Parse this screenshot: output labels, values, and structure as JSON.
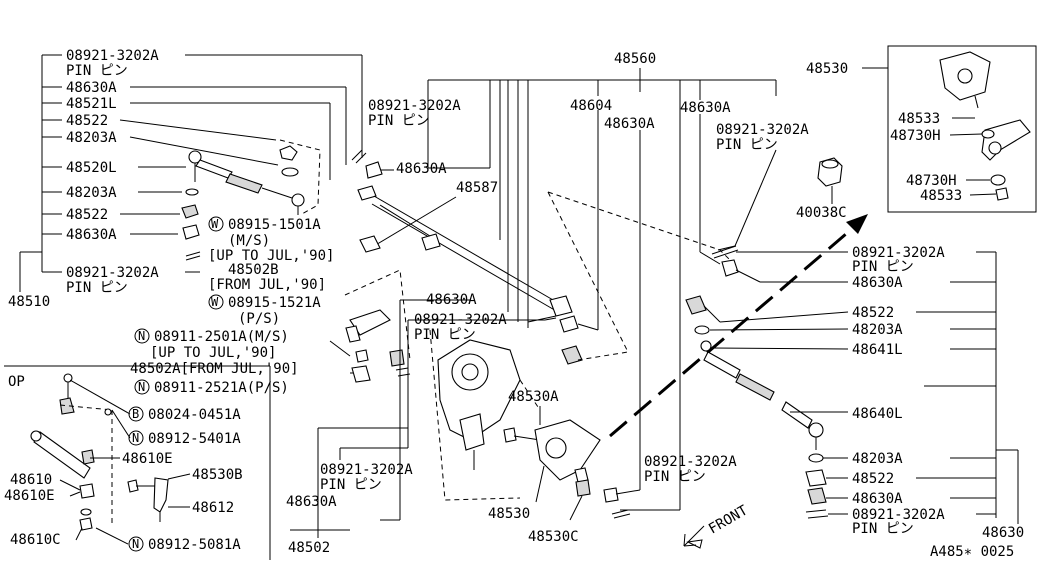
{
  "title": "48560",
  "diagram_code": "A485∗ 0025",
  "front_label": "FRONT",
  "op_label": "OP",
  "labels": {
    "l_08921_tl": "08921-3202A",
    "l_pin_tl": "PIN ピン",
    "l_48630a_1": "48630A",
    "l_48521l": "48521L",
    "l_48522_1": "48522",
    "l_48203a_1": "48203A",
    "l_48520l": "48520L",
    "l_48203a_2": "48203A",
    "l_48522_2": "48522",
    "l_48630a_2": "48630A",
    "l_08921_bl": "08921-3202A",
    "l_pin_bl": "PIN ピン",
    "l_48510": "48510",
    "l_08921_c1": "08921-3202A",
    "l_pin_c1": "PIN ピン",
    "l_48630a_c1": "48630A",
    "l_48587": "48587",
    "l_48604": "48604",
    "l_48630a_c2": "48630A",
    "l_48630a_c3": "48630A",
    "l_08921_c2": "08921-3202A",
    "l_pin_c2": "PIN ピン",
    "l_40038c": "40038C",
    "l_48530": "48530",
    "l_48533_1": "48533",
    "l_48730h_1": "48730H",
    "l_48730h_2": "48730H",
    "l_48533_2": "48533",
    "l_w08915_1501": "08915-1501A",
    "l_ms_1": "(M/S)",
    "l_upto_1": "[UP TO JUL,'90]",
    "l_48502b": "48502B",
    "l_from_1": "[FROM JUL,'90]",
    "l_w08915_1521": "08915-1521A",
    "l_ps_1": "(P/S)",
    "l_n08911_2501": "08911-2501A(M/S)",
    "l_upto_2": "[UP TO JUL,'90]",
    "l_48502a": "48502A[FROM JUL,'90]",
    "l_n08911_2521": "08911-2521A(P/S)",
    "l_b08024": "08024-0451A",
    "l_n08912_5401": "08912-5401A",
    "l_48610e_1": "48610E",
    "l_48530b": "48530B",
    "l_48610": "48610",
    "l_48610e_2": "48610E",
    "l_48612": "48612",
    "l_48610c": "48610C",
    "l_n08912_5081": "08912-5081A",
    "l_48630a_m": "48630A",
    "l_08921_m": "08921-3202A",
    "l_pin_m": "PIN ピン",
    "l_48530a": "48530A",
    "l_08921_b1": "08921-3202A",
    "l_pin_b1": "PIN ピン",
    "l_48630a_b1": "48630A",
    "l_48502": "48502",
    "l_48530_b": "48530",
    "l_48530c": "48530C",
    "l_08921_b2": "08921-3202A",
    "l_pin_b2": "PIN ピン",
    "l_08921_r1": "08921-3202A",
    "l_pin_r1": "PIN ピン",
    "l_48630a_r1": "48630A",
    "l_48522_r1": "48522",
    "l_48203a_r1": "48203A",
    "l_48641l": "48641L",
    "l_48640l": "48640L",
    "l_48203a_r2": "48203A",
    "l_48522_r2": "48522",
    "l_48630a_r2": "48630A",
    "l_08921_r2": "08921-3202A",
    "l_pin_r2": "PIN ピン",
    "l_48630": "48630"
  },
  "callouts": {
    "w": "W",
    "n": "N",
    "b": "B"
  }
}
